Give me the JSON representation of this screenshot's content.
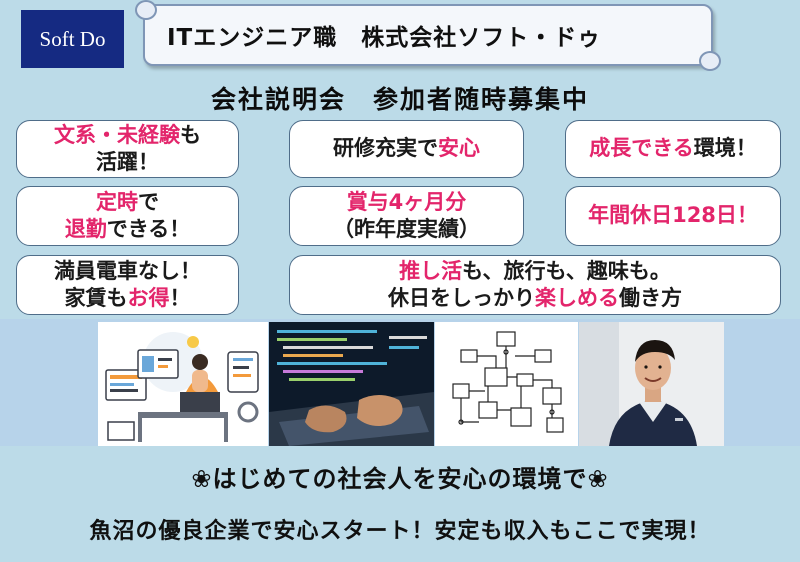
{
  "logo": {
    "text": "Soft Do"
  },
  "header": {
    "title": "ITエンジニア職　株式会社ソフト・ドゥ"
  },
  "subtitle": "会社説明会　参加者随時募集中",
  "cards": {
    "c1": {
      "l1_pink": "文系・未経験",
      "l1_rest": "も",
      "l2": "活躍！"
    },
    "c2": {
      "pre": "研修充実で",
      "pink": "安心"
    },
    "c3": {
      "pink": "成長できる",
      "rest": "環境！"
    },
    "c4": {
      "l1_pink": "定時",
      "l1_rest": "で",
      "l2_pink": "退勤",
      "l2_rest": "できる！"
    },
    "c5": {
      "l1": "賞与4ヶ月分",
      "l2": "（昨年度実績）"
    },
    "c6": {
      "text": "年間休日128日！"
    },
    "c7": {
      "l1": "満員電車なし！",
      "l2_pre": "家賃も",
      "l2_pink": "お得",
      "l2_post": "！"
    },
    "c8": {
      "l1_pink": "推し活",
      "l1_rest": "も、旅行も、趣味も。",
      "l2_pre": "休日をしっかり",
      "l2_pink": "楽しめる",
      "l2_post": "働き方"
    }
  },
  "bottom": {
    "line1": "❀はじめての社会人を安心の環境で❀",
    "line2": "魚沼の優良企業で安心スタート！安定も収入もここで実現！"
  },
  "colors": {
    "accent_pink": "#e3256b",
    "logo_navy": "#152a82",
    "background": "#bcdbe8"
  }
}
